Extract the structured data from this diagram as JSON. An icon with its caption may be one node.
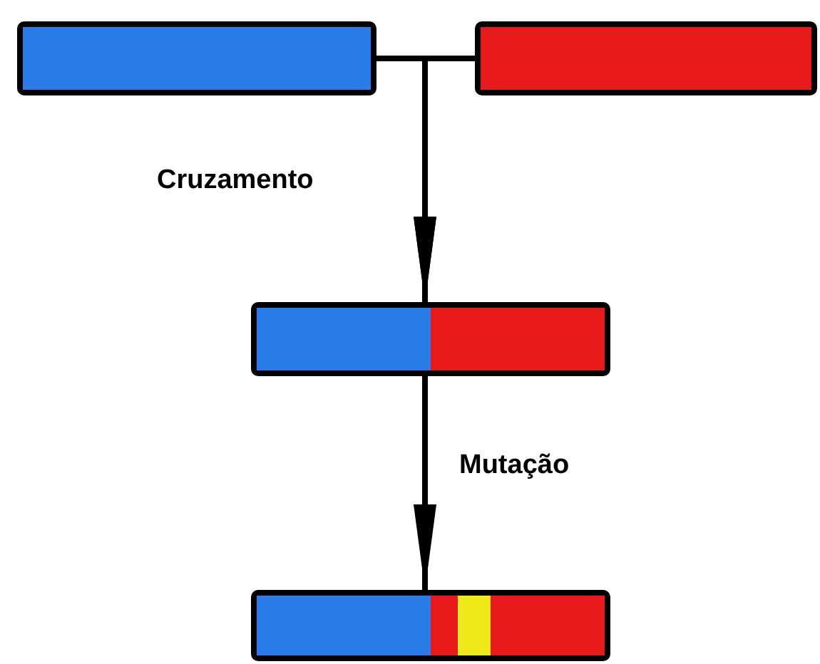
{
  "diagram": {
    "nodes": [
      {
        "text": [],
        "shape": "bar"
      },
      {
        "text": [],
        "shape": "bar"
      },
      {
        "text": [],
        "shape": "bar"
      },
      {
        "text": [],
        "shape": "bar"
      }
    ],
    "edges": [
      {
        "from": 0,
        "to": 2,
        "arrow": "to",
        "label": "Cruzamento"
      },
      {
        "from": 1,
        "to": 2,
        "arrow": "to"
      },
      {
        "from": 2,
        "to": 3,
        "arrow": "to",
        "label": "Mutação"
      }
    ]
  }
}
